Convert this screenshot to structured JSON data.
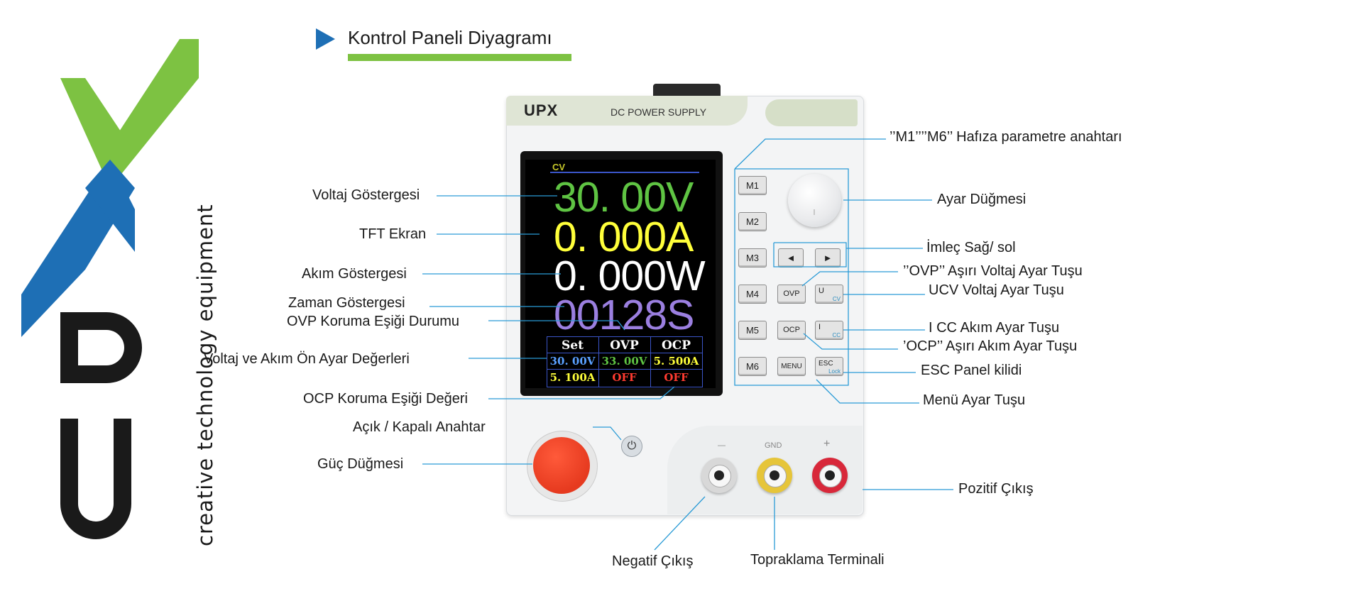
{
  "brand": {
    "tagline": "creative technology equipment",
    "colors": {
      "green": "#7dc242",
      "blue": "#1e6fb5",
      "dark": "#1a1a1a"
    }
  },
  "title": "Kontrol  Paneli Diyagramı",
  "device": {
    "logo": "UPX",
    "name": "DC POWER SUPPLY",
    "screen": {
      "mode": "CV",
      "voltage": "30. 00V",
      "current": "0. 000A",
      "power": "0. 000W",
      "time": "00128S",
      "table": {
        "headers": [
          "Set",
          "OVP",
          "OCP"
        ],
        "row1": [
          "30. 00V",
          "33. 00V",
          "5. 500A"
        ],
        "row2": [
          "5. 100A",
          "OFF",
          "OFF"
        ]
      }
    },
    "buttons": {
      "m1": "M1",
      "m2": "M2",
      "m3": "M3",
      "m4": "M4",
      "m5": "M5",
      "m6": "M6",
      "left": "◄",
      "right": "►",
      "ovp": "OVP",
      "ucv": "U",
      "ucv_sub": "CV",
      "ocp": "OCP",
      "icc": "I",
      "icc_sub": "CC",
      "menu": "MENU",
      "esc": "ESC",
      "esc_sub": "Lock",
      "onoff": "⏻"
    },
    "terminals": {
      "neg": "—",
      "gnd": "GND",
      "pos": "+"
    }
  },
  "labels_left": {
    "voltage_display": "Voltaj Göstergesi",
    "tft": "TFT Ekran",
    "current_display": "Akım Göstergesi",
    "time_display": "Zaman Göstergesi",
    "ovp_status": "OVP Koruma Eşiği Durumu",
    "preset": "Voltaj ve Akım Ön Ayar Değerleri",
    "ocp_value": "OCP Koruma Eşiği Değeri",
    "onoff_switch": "Açık / Kapalı Anahtar",
    "power_button": "Güç Düğmesi"
  },
  "labels_right": {
    "memory": "’’M1’’’’M6’’ Hafıza parametre anahtarı",
    "knob": "Ayar Düğmesi",
    "cursor": "İmleç Sağ/ sol",
    "ovp_key": "’’OVP’’  Aşırı Voltaj Ayar Tuşu",
    "ucv_key": "UCV Voltaj Ayar Tuşu",
    "icc_key": "I CC Akım Ayar Tuşu",
    "ocp_key": "’OCP’’  Aşırı Akım Ayar Tuşu",
    "esc_key": "ESC Panel kilidi",
    "menu_key": "Menü Ayar Tuşu",
    "pos_out": "Pozitif Çıkış"
  },
  "labels_bottom": {
    "neg_out": "Negatif Çıkış",
    "ground": "Topraklama Terminali"
  },
  "screen_colors": {
    "voltage": "#5fc443",
    "current": "#ffff3a",
    "power": "#ffffff",
    "time": "#9b7fe0",
    "set_v": "#5aa0ff",
    "ovp_v": "#5fc443",
    "ocp_v": "#ffff3a",
    "set_a": "#ffff3a",
    "off": "#ff3b30"
  }
}
